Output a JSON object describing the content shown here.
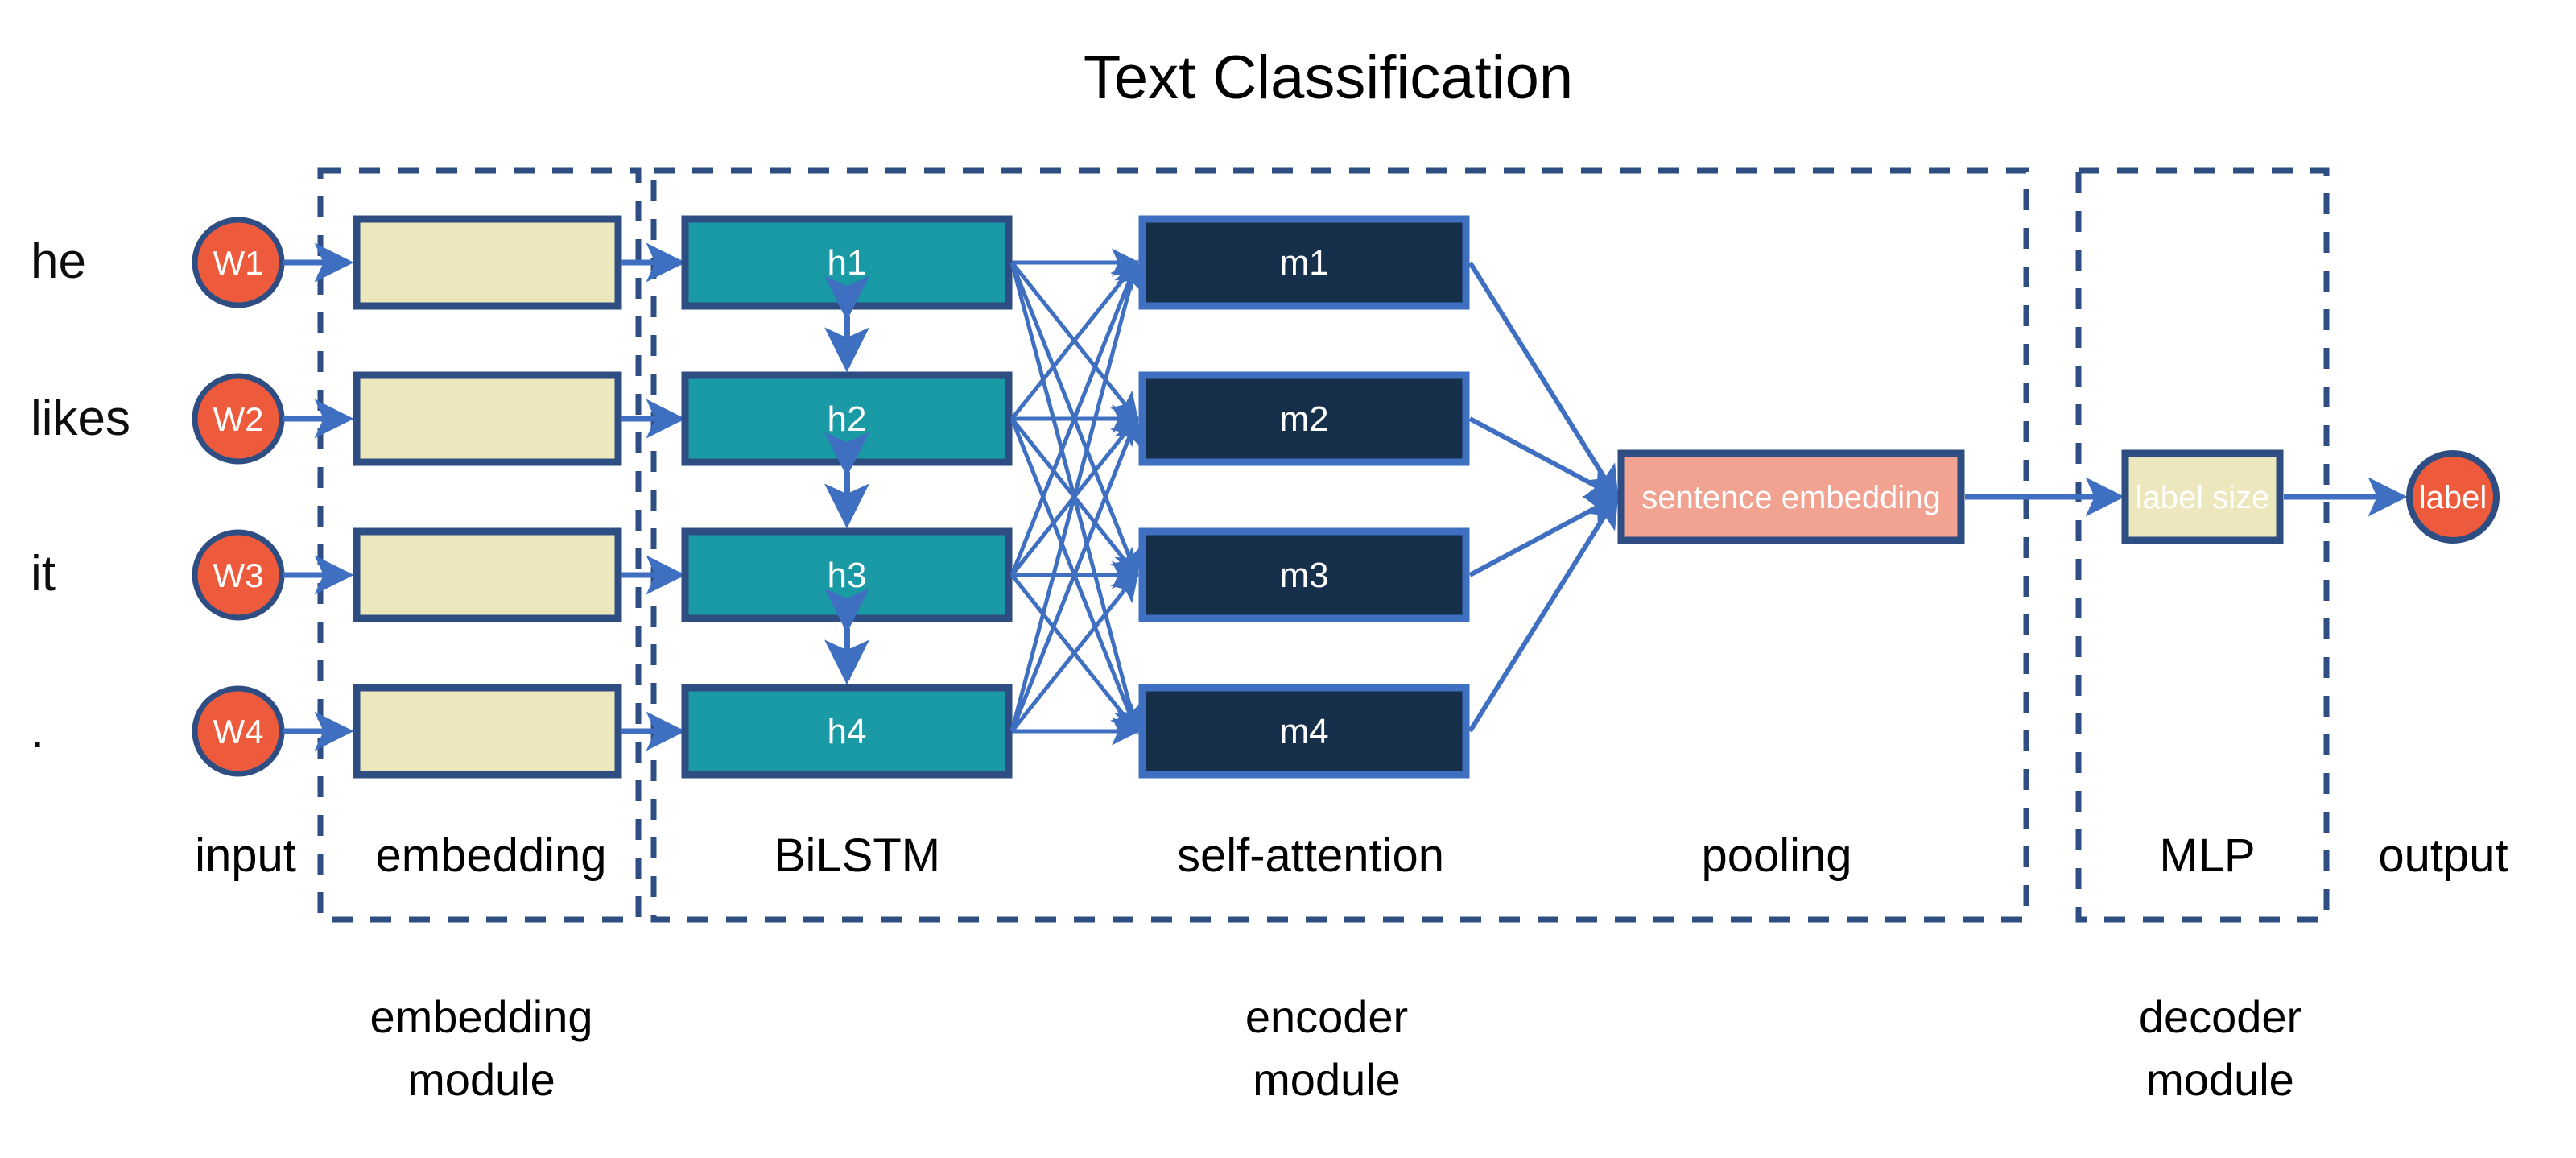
{
  "title": "Text Classification",
  "colors": {
    "accent_blue": "#3f6fc0",
    "border_navy": "#2e4d82",
    "embedding_fill": "#ece7bc",
    "bilstm_fill": "#1a9aa5",
    "attention_fill": "#16304b",
    "pooling_fill": "#f2a291",
    "word_fill": "#ed5b3c",
    "text_black": "#000000",
    "text_white": "#ffffff",
    "background": "#ffffff"
  },
  "input": {
    "tokens": [
      "he",
      "likes",
      "it",
      "."
    ],
    "word_nodes": [
      "W1",
      "W2",
      "W3",
      "W4"
    ]
  },
  "embedding": {
    "boxes": [
      "",
      "",
      "",
      ""
    ]
  },
  "bilstm": {
    "nodes": [
      "h1",
      "h2",
      "h3",
      "h4"
    ]
  },
  "attention": {
    "nodes": [
      "m1",
      "m2",
      "m3",
      "m4"
    ]
  },
  "pooling": {
    "node": "sentence embedding"
  },
  "mlp": {
    "node": "label size"
  },
  "output": {
    "node": "label"
  },
  "stage_labels": [
    "input",
    "embedding",
    "BiLSTM",
    "self-attention",
    "pooling",
    "MLP",
    "output"
  ],
  "module_labels": [
    {
      "line1": "embedding",
      "line2": "module"
    },
    {
      "line1": "encoder",
      "line2": "module"
    },
    {
      "line1": "decoder",
      "line2": "module"
    }
  ]
}
